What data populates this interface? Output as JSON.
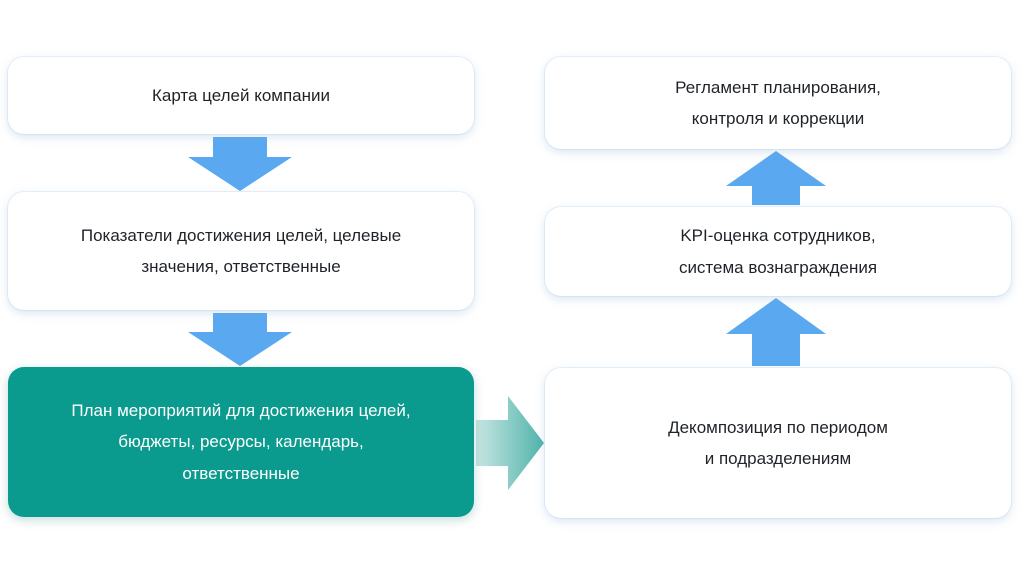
{
  "diagram": {
    "boxes": [
      {
        "id": "b1",
        "text": "Карта целей компании"
      },
      {
        "id": "b2",
        "text": "Показатели достижения целей, целевые\nзначения, ответственные"
      },
      {
        "id": "b3",
        "text": "План мероприятий для достижения целей,\nбюджеты, ресурсы,  календарь,\nответственные"
      },
      {
        "id": "b4",
        "text": "Регламент планирования,\nконтроля и коррекции"
      },
      {
        "id": "b5",
        "text": "KPI-оценка сотрудников,\nсистема вознаграждения"
      },
      {
        "id": "b6",
        "text": "Декомпозиция по периодом\nи подразделениям"
      }
    ],
    "connections": [
      {
        "from": "b1",
        "to": "b2",
        "direction": "down"
      },
      {
        "from": "b2",
        "to": "b3",
        "direction": "down"
      },
      {
        "from": "b3",
        "to": "b6",
        "direction": "right"
      },
      {
        "from": "b6",
        "to": "b5",
        "direction": "up"
      },
      {
        "from": "b5",
        "to": "b4",
        "direction": "up"
      }
    ]
  },
  "colors": {
    "arrow_blue": "#5aa9f0",
    "arrow_teal_start": "#c9e6e3",
    "arrow_teal_end": "#4fb3aa",
    "accent_box": "#0a9a8e"
  },
  "icons": [
    "arrow-down-icon",
    "arrow-right-icon",
    "arrow-up-icon"
  ]
}
